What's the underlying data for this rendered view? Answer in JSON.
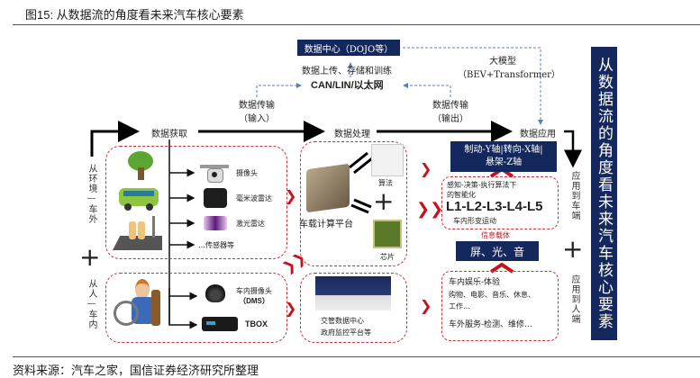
{
  "figure": {
    "title": "图15: 从数据流的角度看未来汽车核心要素",
    "source": "资料来源：汽车之家，国信证券经济研究所整理"
  },
  "top": {
    "data_center": "数据中心（DOJO等）",
    "upload_label": "数据上传、存储和训练",
    "bus_label": "CAN/LIN/以太网",
    "big_model_line1": "大模型",
    "big_model_line2": "（BEV+Transformer）",
    "transfer_in_line1": "数据传输",
    "transfer_in_line2": "（输入）",
    "transfer_out_line1": "数据传输",
    "transfer_out_line2": "（输出）"
  },
  "flow": {
    "acquire": "数据获取",
    "process": "数据处理",
    "apply": "数据应用"
  },
  "left": {
    "env_label": "从环境—车外",
    "human_label": "从人—车内",
    "plus": "+",
    "env_sensors": [
      {
        "icon": "camera-icon",
        "label": "摄像头"
      },
      {
        "icon": "mmwave-radar-icon",
        "label": "毫米波雷达"
      },
      {
        "icon": "lidar-icon",
        "label": "激光雷达"
      },
      {
        "icon": "",
        "label": "…传感器等"
      }
    ],
    "cabin_sensors": [
      {
        "icon": "dome-camera-icon",
        "label_line1": "车内摄像头",
        "label_line2": "（DMS）"
      },
      {
        "icon": "tbox-icon",
        "label_line1": "TBOX",
        "label_line2": ""
      }
    ],
    "env_images": [
      "tree-icon",
      "bus-icon",
      "crosswalk-children-icon"
    ],
    "cabin_image": "driver-icon"
  },
  "middle": {
    "platform_label": "车载计算平台",
    "algorithm_label": "算法",
    "chip_label": "芯片",
    "plus": "+",
    "traffic_line1": "交管数据中心",
    "traffic_line2": "政府监控平台等"
  },
  "right": {
    "axis_line1": "制动-Y轴|转向-X轴|",
    "axis_line2": "悬架-Z轴",
    "intel_line1": "感知-决策-执行算法下",
    "intel_line2": "的智能化",
    "levels": "L1-L2-L3-L4-L5",
    "motion": "车内形变运动",
    "info_carrier": "信息载体",
    "screen_light_sound": "屏、光、音",
    "ent_title": "车内娱乐-体验",
    "ent_line1": "购物、电影、音乐、休息、",
    "ent_line2": "工作…",
    "service": "车外服务-检测、维修…",
    "to_vehicle": "应用到车端",
    "to_human": "应用到人端",
    "plus": "+"
  },
  "banner": "从数据流的角度看未来汽车核心要素",
  "colors": {
    "navy": "#14285e",
    "red": "#c8101e",
    "dash_red": "#c8303a",
    "dash_blue": "#5b7fc7"
  }
}
